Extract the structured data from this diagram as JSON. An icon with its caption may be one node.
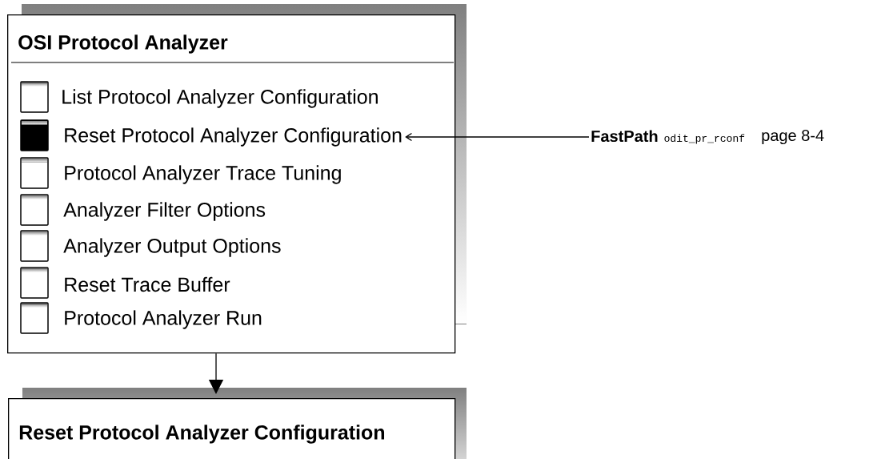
{
  "diagram": {
    "nodes": [
      {
        "text": [
          "OSI Protocol Analyzer"
        ]
      },
      {
        "text": [
          "List Protocol Analyzer Configuration"
        ],
        "in": 0
      },
      {
        "text": [
          "Reset Protocol Analyzer Configuration"
        ],
        "in": 0
      },
      {
        "text": [
          "Protocol Analyzer Trace Tuning"
        ],
        "in": 0
      },
      {
        "text": [
          "Analyzer Filter Options"
        ],
        "in": 0
      },
      {
        "text": [
          "Analyzer Output Options"
        ],
        "in": 0
      },
      {
        "text": [
          "Reset Trace Buffer"
        ],
        "in": 0
      },
      {
        "text": [
          "Protocol Analyzer Run"
        ],
        "in": 0
      },
      {
        "text": [
          "FastPath",
          "odit_pr_rconf"
        ],
        "beside": [
          "page 8-4"
        ]
      },
      {
        "text": [
          "Reset Protocol Analyzer Configuration"
        ]
      }
    ],
    "edges": [
      {
        "from": 8,
        "to": 2,
        "arrow": "to"
      },
      {
        "from": 0,
        "to": 9,
        "arrow": "to"
      }
    ]
  }
}
